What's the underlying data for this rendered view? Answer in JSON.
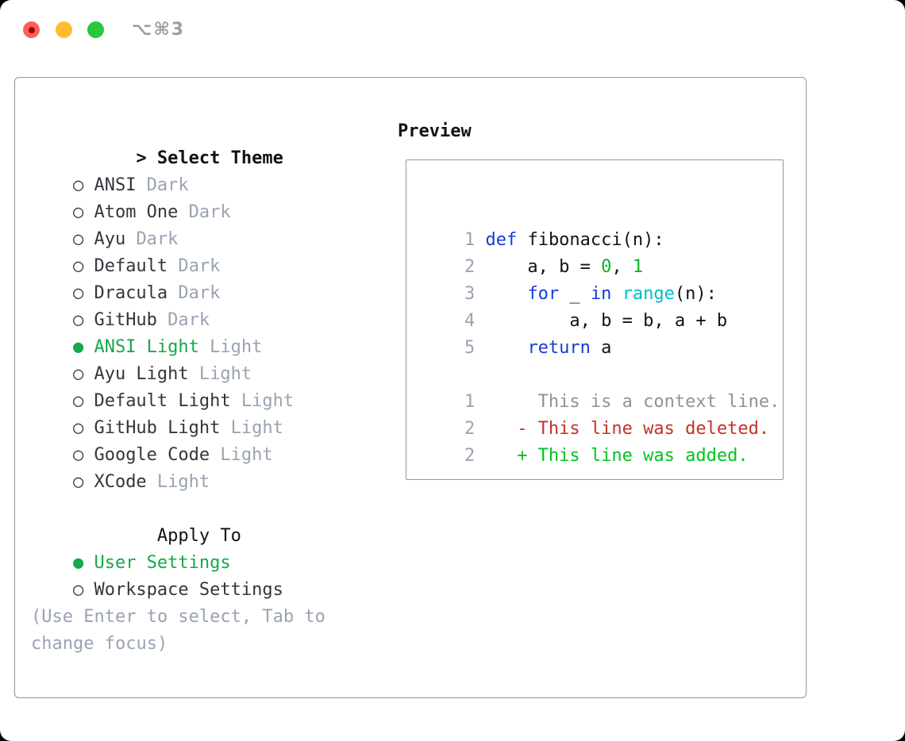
{
  "window": {
    "shortcut_label": "⌥⌘3"
  },
  "colors": {
    "text": "#32373d",
    "heading": "#101214",
    "muted": "#9aa3b2",
    "selected_green": "#16a84a",
    "panel_border": "#8d97a5",
    "traffic_red": "#ff5f57",
    "traffic_red_dot": "#8a130e",
    "traffic_yellow": "#febc2e",
    "traffic_green": "#28c840",
    "plain": "#111417",
    "keyword": "#143cdc",
    "number": "#09b32b",
    "builtin": "#00bdc8",
    "linenum": "#9aa3b2",
    "context": "#8e939b",
    "deleted": "#c53224",
    "added": "#02c41f"
  },
  "theme_picker": {
    "prompt": ">",
    "title": "Select Theme",
    "radio_empty": "○",
    "radio_filled": "●",
    "items": [
      {
        "name": "ANSI",
        "tag": "Dark",
        "selected": false
      },
      {
        "name": "Atom One",
        "tag": "Dark",
        "selected": false
      },
      {
        "name": "Ayu",
        "tag": "Dark",
        "selected": false
      },
      {
        "name": "Default",
        "tag": "Dark",
        "selected": false
      },
      {
        "name": "Dracula",
        "tag": "Dark",
        "selected": false
      },
      {
        "name": "GitHub",
        "tag": "Dark",
        "selected": false
      },
      {
        "name": "ANSI Light",
        "tag": "Light",
        "selected": true
      },
      {
        "name": "Ayu Light",
        "tag": "Light",
        "selected": false
      },
      {
        "name": "Default Light",
        "tag": "Light",
        "selected": false
      },
      {
        "name": "GitHub Light",
        "tag": "Light",
        "selected": false
      },
      {
        "name": "Google Code",
        "tag": "Light",
        "selected": false
      },
      {
        "name": "XCode",
        "tag": "Light",
        "selected": false
      }
    ],
    "apply_to": {
      "title": "Apply To",
      "options": [
        {
          "name": "User Settings",
          "selected": true
        },
        {
          "name": "Workspace Settings",
          "selected": false
        }
      ]
    },
    "hint_lines": [
      "(Use Enter to select, Tab to",
      "change focus)"
    ]
  },
  "preview": {
    "title": "Preview",
    "code_lines": [
      {
        "num": "1",
        "segments": [
          {
            "t": "def",
            "c": "keyword"
          },
          {
            "t": " fibonacci(n):",
            "c": "plain"
          }
        ]
      },
      {
        "num": "2",
        "segments": [
          {
            "t": "    a, b = ",
            "c": "plain"
          },
          {
            "t": "0",
            "c": "number"
          },
          {
            "t": ", ",
            "c": "plain"
          },
          {
            "t": "1",
            "c": "number"
          }
        ]
      },
      {
        "num": "3",
        "segments": [
          {
            "t": "    ",
            "c": "plain"
          },
          {
            "t": "for",
            "c": "keyword"
          },
          {
            "t": " _ ",
            "c": "plain"
          },
          {
            "t": "in",
            "c": "keyword"
          },
          {
            "t": " ",
            "c": "plain"
          },
          {
            "t": "range",
            "c": "builtin"
          },
          {
            "t": "(n):",
            "c": "plain"
          }
        ]
      },
      {
        "num": "4",
        "segments": [
          {
            "t": "        a, b = b, a + b",
            "c": "plain"
          }
        ]
      },
      {
        "num": "5",
        "segments": [
          {
            "t": "    ",
            "c": "plain"
          },
          {
            "t": "return",
            "c": "keyword"
          },
          {
            "t": " a",
            "c": "plain"
          }
        ]
      },
      {
        "num": "",
        "segments": []
      },
      {
        "num": "1",
        "segments": [
          {
            "t": "     This is a context line.",
            "c": "context"
          }
        ]
      },
      {
        "num": "2",
        "segments": [
          {
            "t": "   - This line was deleted.",
            "c": "deleted"
          }
        ]
      },
      {
        "num": "2",
        "segments": [
          {
            "t": "   + This line was added.",
            "c": "added"
          }
        ]
      }
    ]
  }
}
